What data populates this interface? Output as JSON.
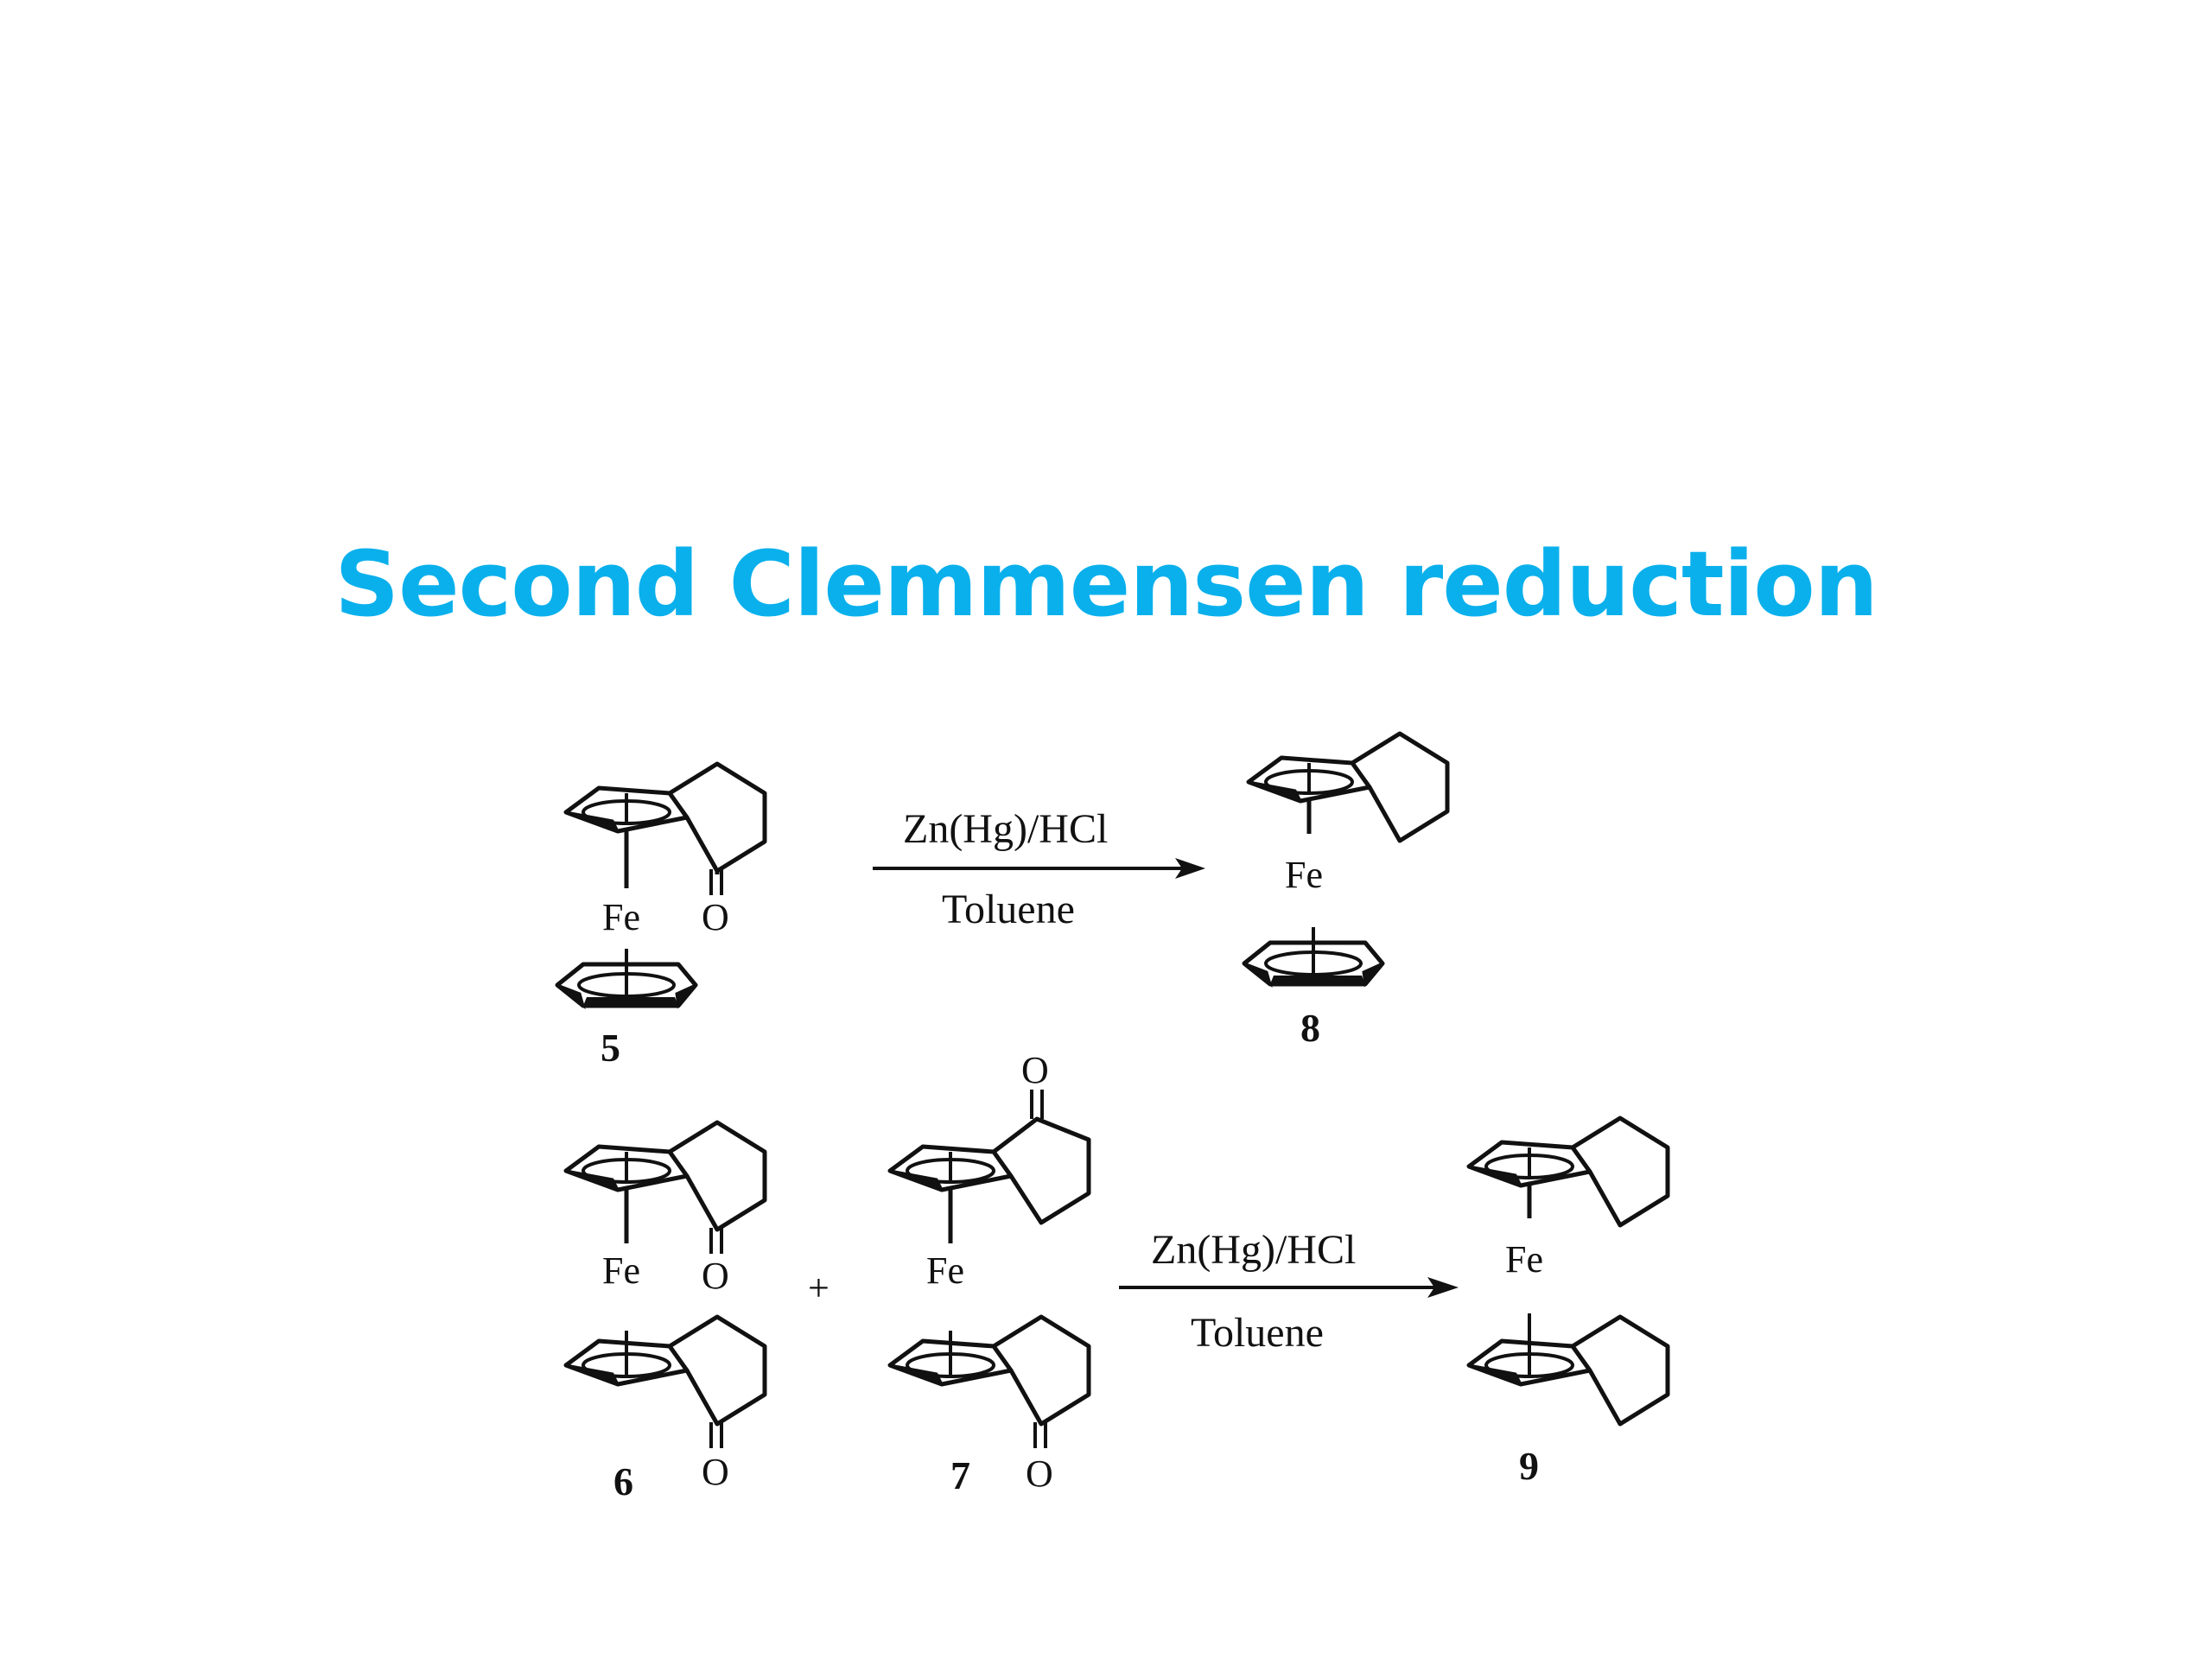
{
  "title": "Second Clemmensen reduction",
  "colors": {
    "title": "#0AB0EC",
    "ink": "#111111"
  },
  "reactions": [
    {
      "reactant_labels": [
        "5"
      ],
      "product_label": "8",
      "reagent": "Zn(Hg)/HCl",
      "solvent": "Toluene"
    },
    {
      "reactant_labels": [
        "6",
        "7"
      ],
      "product_label": "9",
      "reagent": "Zn(Hg)/HCl",
      "solvent": "Toluene",
      "plus": "+"
    }
  ],
  "atoms": {
    "iron": "Fe",
    "oxygen": "O"
  }
}
